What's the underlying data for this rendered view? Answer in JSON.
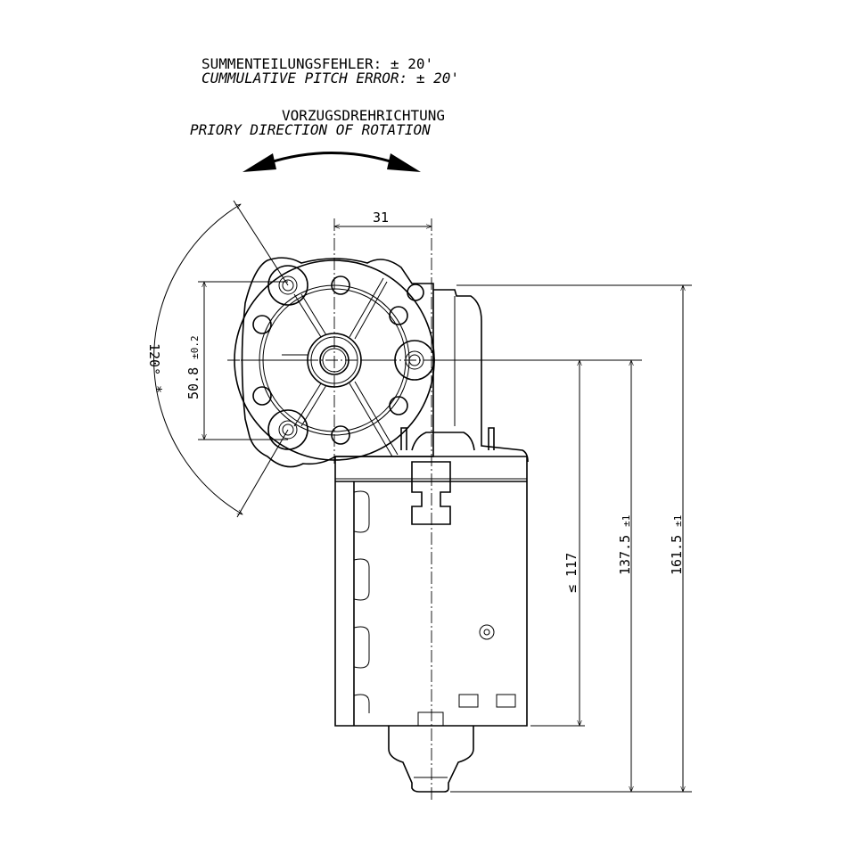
{
  "notes": {
    "pitch_error_de": "SUMMENTEILUNGSFEHLER: ± 20'",
    "pitch_error_en": "CUMMULATIVE PITCH ERROR: ± 20'",
    "rotation_de": "VORZUGSDREHRICHTUNG",
    "rotation_en": "PRIORY DIRECTION OF ROTATION"
  },
  "dimensions": {
    "offset": "31",
    "bolt_spacing": "50.8",
    "bolt_spacing_tol": "±0.2",
    "angle": "120°",
    "angle_mark": "*",
    "body_length": "≤ 117",
    "shaft_length": "137.5",
    "shaft_length_tol": "±1",
    "overall_length": "161.5",
    "overall_length_tol": "±1"
  },
  "colors": {
    "ink": "#000000",
    "background": "#ffffff"
  }
}
